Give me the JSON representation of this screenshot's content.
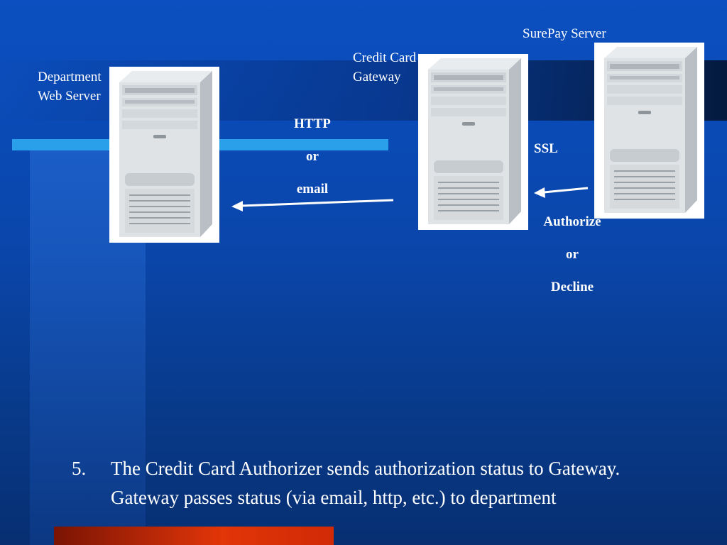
{
  "labels": {
    "department_server": [
      "Department",
      "Web Server"
    ],
    "gateway_server": [
      "Credit Card",
      "Gateway"
    ],
    "surepay_server": "SurePay Server"
  },
  "connections": {
    "left": [
      "HTTP",
      "or",
      "email"
    ],
    "right_top": "SSL",
    "right_bottom": [
      "Authorize",
      "or",
      "Decline"
    ]
  },
  "caption": {
    "number": "5.",
    "text": "The Credit Card Authorizer sends authorization status to Gateway.  Gateway passes status (via email, http, etc.) to department"
  },
  "colors": {
    "background": "#0a46ab",
    "accent_bar": "#2aa0ea",
    "bottom_bar": "#e23508",
    "arrow": "#ffffff"
  },
  "icons": [
    "server-tower-icon",
    "arrow-left-icon"
  ]
}
